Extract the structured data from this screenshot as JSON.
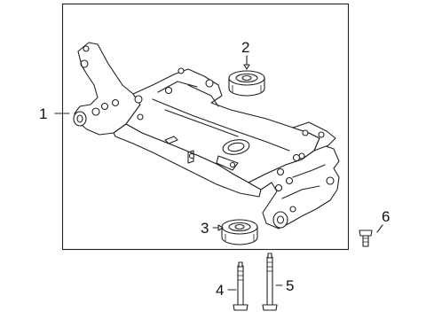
{
  "callouts": {
    "c1": "1",
    "c2": "2",
    "c3": "3",
    "c4": "4",
    "c5": "5",
    "c6": "6"
  },
  "parts": [
    {
      "ref": "1",
      "icon": "subframe-crossmember"
    },
    {
      "ref": "2",
      "icon": "rubber-bushing"
    },
    {
      "ref": "3",
      "icon": "rubber-bushing"
    },
    {
      "ref": "4",
      "icon": "mounting-bolt"
    },
    {
      "ref": "5",
      "icon": "mounting-bolt"
    },
    {
      "ref": "6",
      "icon": "mounting-bolt-short"
    }
  ]
}
